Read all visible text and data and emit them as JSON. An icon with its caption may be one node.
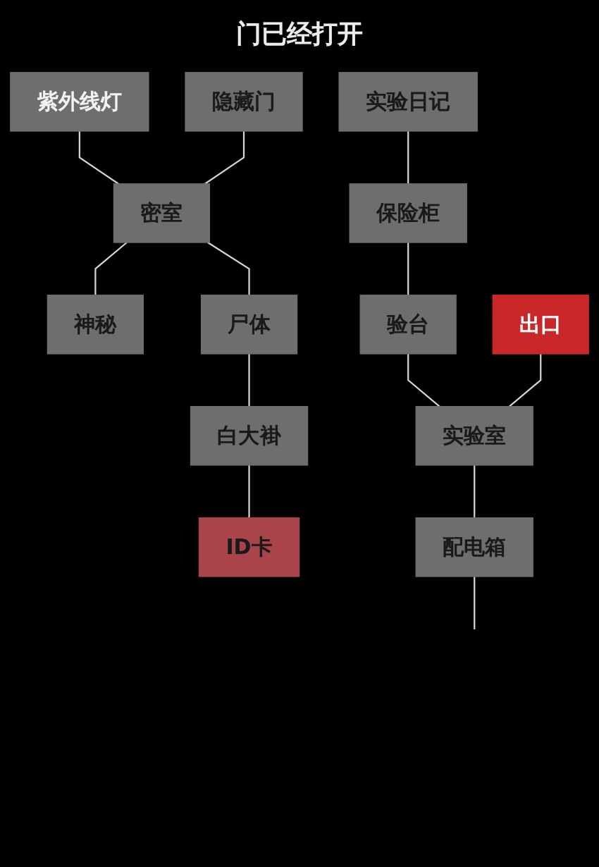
{
  "diagram": {
    "title": "门已经打开",
    "nodes": [
      {
        "text": [
          "紫外线灯"
        ]
      },
      {
        "text": [
          "实验日记"
        ]
      },
      {
        "text": [
          "隐藏门"
        ]
      },
      {
        "text": [
          "密室"
        ]
      },
      {
        "text": [
          "神秘"
        ]
      },
      {
        "text": [
          "保险柜"
        ]
      },
      {
        "text": [
          "尸体"
        ]
      },
      {
        "text": [
          "验台"
        ]
      },
      {
        "text": [
          "出口"
        ]
      },
      {
        "text": [
          "白大褂"
        ]
      },
      {
        "text": [
          "实验室"
        ]
      },
      {
        "text": [
          "ID卡"
        ]
      },
      {
        "text": [
          "配电箱"
        ]
      }
    ],
    "edges": [
      {
        "from": 0,
        "to": 3,
        "arrow": "none"
      },
      {
        "from": 2,
        "to": 3,
        "arrow": "none"
      },
      {
        "from": 3,
        "to": 4,
        "arrow": "none"
      },
      {
        "from": 3,
        "to": 6,
        "arrow": "none"
      },
      {
        "from": 6,
        "to": 9,
        "arrow": "none"
      },
      {
        "from": 9,
        "to": 11,
        "arrow": "none"
      },
      {
        "from": 1,
        "to": 5,
        "arrow": "none"
      },
      {
        "from": 5,
        "to": 7,
        "arrow": "none"
      },
      {
        "from": 7,
        "to": 10,
        "arrow": "none"
      },
      {
        "from": 8,
        "to": 10,
        "arrow": "none"
      },
      {
        "from": 10,
        "to": 12,
        "arrow": "none"
      },
      {
        "from": 12,
        "to": null,
        "arrow": "none"
      }
    ]
  }
}
